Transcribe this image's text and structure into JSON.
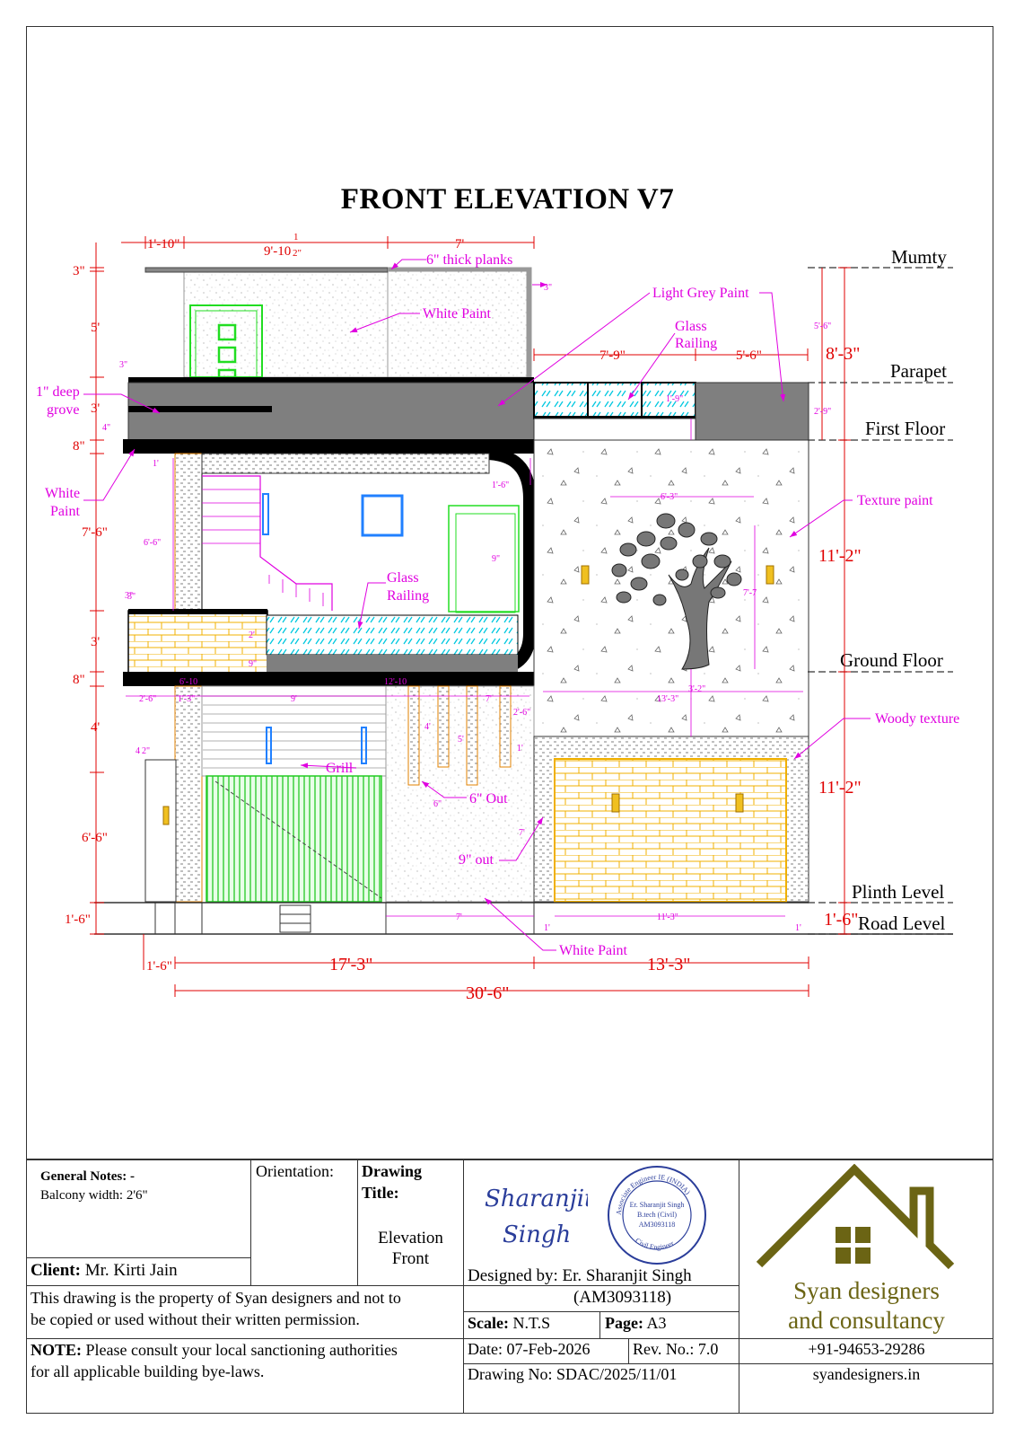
{
  "title": "FRONT ELEVATION V7",
  "levels": {
    "mumty": "Mumty",
    "parapet": "Parapet",
    "first_floor": "First Floor",
    "ground_floor": "Ground Floor",
    "plinth": "Plinth Level",
    "road": "Road Level"
  },
  "right_dims": {
    "d1": "8'-3\"",
    "d2": "11'-2\"",
    "d3": "11'-2\"",
    "d4": "1'-6\""
  },
  "left_dims": {
    "a": "3\"",
    "b": "5'",
    "c": "3'",
    "d": "8\"",
    "e": "7'-6\"",
    "f": "3'",
    "g": "8\"",
    "h": "4'",
    "i": "6'-6\"",
    "j": "1'-6\""
  },
  "top_dims": {
    "a": "1'-10\"",
    "b": "9'-10",
    "b_frac": "1",
    "b_den": "2\"",
    "c": "7'",
    "d": "7'-9\"",
    "e": "5'-6\""
  },
  "bottom_dims": {
    "a": "1'-6\"",
    "b": "17'-3\"",
    "c": "13'-3\"",
    "d": "30'-6\""
  },
  "labels": {
    "planks": "6\" thick planks",
    "white_paint_top": "White Paint",
    "light_grey": "Light Grey Paint",
    "glass_railing_top_1": "Glass",
    "glass_railing_top_2": "Railing",
    "deep_grove_1": "1\" deep",
    "deep_grove_2": "grove",
    "white_paint_left_1": "White",
    "white_paint_left_2": "Paint",
    "texture_paint": "Texture paint",
    "glass_railing_mid_1": "Glass",
    "glass_railing_mid_2": "Railing",
    "woody_texture": "Woody texture",
    "grill": "Grill",
    "six_out": "6\" Out",
    "nine_out": "9\" out",
    "white_paint_bottom": "White Paint"
  },
  "small_dims": [
    "3\"",
    "3\"",
    "3\"",
    "1'-9\"",
    "2'-9\"",
    "5'-6\"",
    "4\"",
    "1'",
    "1'-6\"",
    "6'-3\"",
    "9\"",
    "7'-7",
    "6'-6\"",
    "3\"",
    "2'",
    "9\"",
    "6'-10",
    "12'-10",
    "2'-6\"",
    "1'-3\"",
    "9'",
    "7'",
    "2'-6\"",
    "13'-3\"",
    "3'-2\"",
    "4'",
    "5'",
    "1'",
    "6\"",
    "7'",
    "7'",
    "11'-3\"",
    "1'",
    "1'",
    "4",
    "2\""
  ],
  "notes": {
    "general_label": "General Notes: -",
    "general_text": "Balcony width: 2'6\"",
    "orientation": "Orientation:",
    "drawing_title_label_1": "Drawing",
    "drawing_title_label_2": "Title:",
    "drawing_title_1": "Elevation",
    "drawing_title_2": "Front",
    "client_label": "Client:",
    "client_name": "Mr. Kirti Jain",
    "property_1": "This drawing is the property of Syan designers and not to",
    "property_2": "be copied or used without their written permission.",
    "note_label": "NOTE:",
    "note_1": "Please consult your local sanctioning authorities",
    "note_2": "for all applicable building bye-laws.",
    "designed_by": "Designed by: Er. Sharanjit Singh",
    "designer_id": "(AM3093118)",
    "scale_label": "Scale:",
    "scale": "N.T.S",
    "page_label": "Page:",
    "page": "A3",
    "date": "Date: 07-Feb-2026",
    "rev": "Rev. No.: 7.0",
    "drawing_no": "Drawing No: SDAC/2025/11/01",
    "company_1": "Syan designers",
    "company_2": "and consultancy",
    "phone": "+91-94653-29286",
    "web": "syandesigners.in",
    "signature_1": "Sharanjit",
    "signature_2": "Singh",
    "stamp_top": "Associate Engineer IE (INDIA)",
    "stamp_name": "Er. Sharanjit Singh",
    "stamp_degree": "B.tech (Civil)",
    "stamp_id": "AM3093118",
    "stamp_bottom": "Civil Engineer"
  },
  "colors": {
    "dim_red": "#e00000",
    "annot_magenta": "#e000e0",
    "brick": "#f0c020",
    "grill": "#33cc33",
    "glass": "#00d0e0",
    "wall_grey": "#808080",
    "logo_olive": "#6b6414"
  }
}
